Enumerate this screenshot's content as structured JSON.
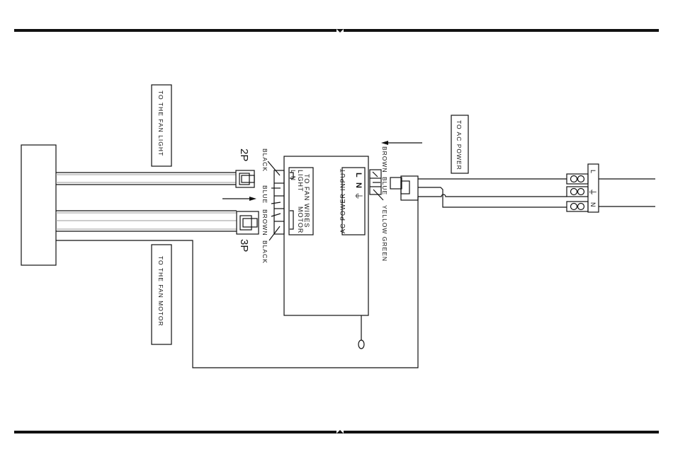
{
  "diagram": {
    "labels": {
      "fan_light": "TO THE FAN LIGHT",
      "fan_motor": "TO THE FAN MOTOR",
      "ac_power": "TO AC POWER",
      "connector_2p": "2P",
      "connector_3p": "3P",
      "fan_wires_title": "TO FAN WIRES",
      "light": "LIGHT",
      "motor": "MOTOR",
      "light_ln": "L N",
      "ac_power_input": "AC POWER INPUT",
      "ac_L": "L",
      "ac_N": "N",
      "ground_symbol": "⏚"
    },
    "left_wires": [
      "BLACK",
      "BLUE",
      "BROWN",
      "BLACK"
    ],
    "right_wires": [
      "BROWN",
      "BLUE",
      "YELLOW GREEN"
    ],
    "terminal_block": {
      "L": "L",
      "ground": "⏚",
      "N": "N"
    }
  }
}
